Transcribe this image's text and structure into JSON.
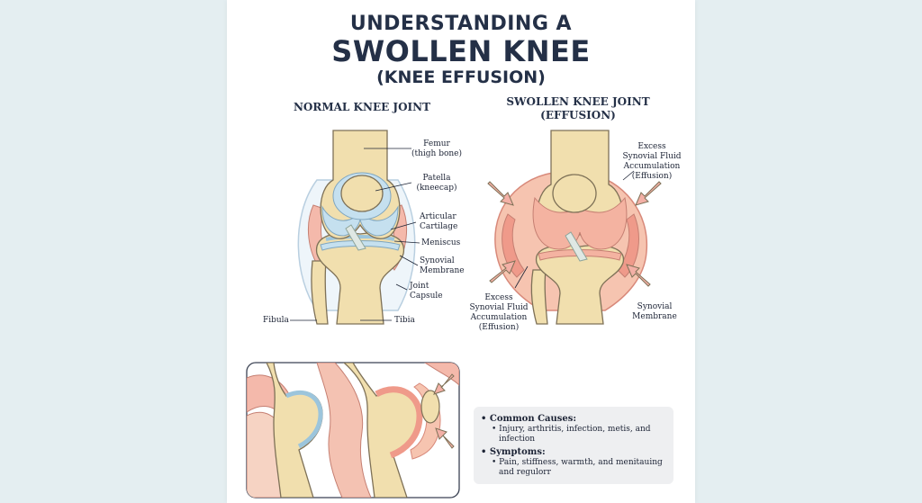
{
  "title": {
    "line1": "UNDERSTANDING A",
    "line2": "SWOLLEN KNEE",
    "line3": "(KNEE EFFUSION)"
  },
  "normal": {
    "heading": "NORMAL KNEE JOINT",
    "labels": {
      "femur": "Femur",
      "femur_sub": "(thigh bone)",
      "patella": "Patella",
      "patella_sub": "(kneecap)",
      "articular": "Articular",
      "articular_sub": "Cartilage",
      "meniscus": "Meniscus",
      "synovial": "Synovial",
      "synovial_sub": "Membrane",
      "capsule": "Joint",
      "capsule_sub": "Capsule",
      "fibula": "Fibula",
      "tibia": "Tibia"
    }
  },
  "swollen": {
    "heading_line1": "SWOLLEN KNEE JOINT",
    "heading_line2": "(EFFUSION)",
    "labels": {
      "excess1_l1": "Excess",
      "excess1_l2": "Synovial Fluid",
      "excess1_l3": "Accumulation",
      "excess1_l4": "(Effusion)",
      "excess2_l1": "Excess",
      "excess2_l2": "Synovial Fluid",
      "excess2_l3": "Accumulation",
      "excess2_l4": "(Effusion)",
      "synovial": "Synovial",
      "synovial_sub": "Membrane"
    }
  },
  "info": {
    "causes_heading": "Common Causes:",
    "causes_line1": "Injury, arthritis, infection, metis, and",
    "causes_line2": "infection",
    "symptoms_heading": "Symptoms:",
    "symptoms_line1": "Pain, stiffness, warmth, and menitauing",
    "symptoms_line2": "and regulorr"
  },
  "colors": {
    "bone": "#f1dfae",
    "bone_outline": "#7e7157",
    "cartilage": "#c5e0ef",
    "inflamed": "#ef9a8a",
    "fluid": "#f6c4b0",
    "title": "#243047",
    "info_bg": "#eeeff1"
  }
}
